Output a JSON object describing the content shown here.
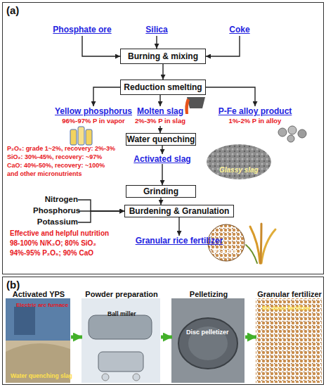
{
  "diagram": {
    "nodes": [
      {
        "text": [
          "(a)"
        ]
      },
      {
        "text": [
          "Phosphate ore"
        ],
        "in": 0
      },
      {
        "text": [
          "Silica"
        ],
        "in": 0
      },
      {
        "text": [
          "Coke"
        ],
        "in": 0
      },
      {
        "text": [
          "Burning & mixing"
        ],
        "in": 0
      },
      {
        "text": [
          "Reduction smelting"
        ],
        "in": 0
      },
      {
        "text": [
          "Yellow phosphorus",
          "96%-97% P in vapor"
        ],
        "in": 0
      },
      {
        "text": [
          "Molten slag",
          "2%-3% P in slag"
        ],
        "in": 0
      },
      {
        "text": [
          "P-Fe alloy product",
          "1%-2% P in alloy"
        ],
        "in": 0
      },
      {
        "text": [
          "Water quenching"
        ],
        "in": 0
      },
      {
        "text": [
          "Activated slag"
        ],
        "in": 0
      },
      {
        "text": [
          "Grinding"
        ],
        "in": 0
      },
      {
        "text": [
          "Nitrogen"
        ],
        "in": 0
      },
      {
        "text": [
          "Phosphorus"
        ],
        "in": 0
      },
      {
        "text": [
          "Potassium"
        ],
        "in": 0
      },
      {
        "text": [
          "Burdening & Granulation"
        ],
        "in": 0
      },
      {
        "text": [
          "Granular rice fertilizer"
        ],
        "in": 0
      },
      {
        "text": [
          "(b)"
        ]
      },
      {
        "text": [
          "Activated YPS",
          "Electric arc furnace",
          "Water quenching slag"
        ],
        "in": 17
      },
      {
        "text": [
          "Powder preparation",
          "Ball miller"
        ],
        "in": 17
      },
      {
        "text": [
          "Pelletizing",
          "Disc pelletizer"
        ],
        "in": 17
      },
      {
        "text": [
          "Granular fertilizer",
          "Φ2-4mm fertilizer"
        ],
        "in": 17
      }
    ],
    "edges": [
      {
        "from": 1,
        "to": 4,
        "arrow": "to"
      },
      {
        "from": 2,
        "to": 4,
        "arrow": "to"
      },
      {
        "from": 3,
        "to": 4,
        "arrow": "to"
      },
      {
        "from": 4,
        "to": 5,
        "arrow": "to"
      },
      {
        "from": 5,
        "to": 6,
        "arrow": "to"
      },
      {
        "from": 5,
        "to": 7,
        "arrow": "to"
      },
      {
        "from": 5,
        "to": 8,
        "arrow": "to"
      },
      {
        "from": 7,
        "to": 9,
        "arrow": "to"
      },
      {
        "from": 9,
        "to": 10,
        "arrow": "to"
      },
      {
        "from": 10,
        "to": 11,
        "arrow": "to"
      },
      {
        "from": 11,
        "to": 15,
        "arrow": "to"
      },
      {
        "from": 12,
        "to": 15,
        "arrow": "to"
      },
      {
        "from": 13,
        "to": 15,
        "arrow": "to"
      },
      {
        "from": 14,
        "to": 15,
        "arrow": "to"
      },
      {
        "from": 15,
        "to": 16,
        "arrow": "to"
      },
      {
        "from": 18,
        "to": 19,
        "arrow": "to"
      },
      {
        "from": 19,
        "to": 20,
        "arrow": "to"
      },
      {
        "from": 20,
        "to": 21,
        "arrow": "to"
      }
    ],
    "labels": [
      "P₂O₅: grade 1~2%, recovery: 2%-3%",
      "SiO₂: 30%-45%, recovery: ~97%",
      "CaO: 40%-50%, recovery: ~100%",
      "and other micronutrients",
      "Glassy slag",
      "Effective and helpful nutrition",
      "98-100% N/K₂O; 80% SiO₂",
      "94%-95% P₂O₅; 90% CaO",
      "Φ2-4 mm"
    ]
  }
}
